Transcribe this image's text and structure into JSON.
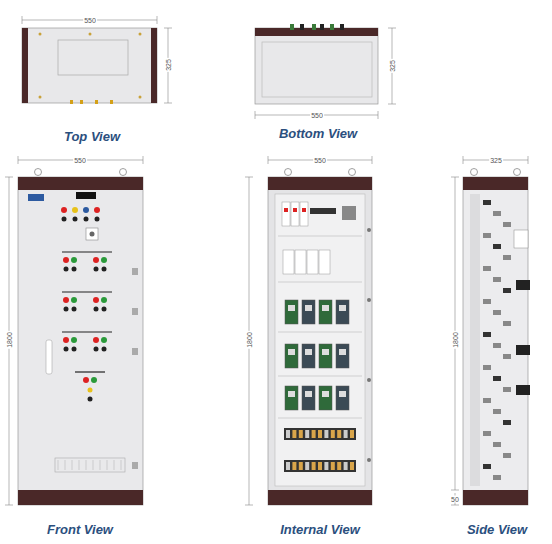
{
  "diagram": {
    "labels": [
      "550",
      "325",
      "Top View",
      "325",
      "550",
      "Bottom View",
      "550",
      "1800",
      "Front View",
      "550",
      "1800",
      "Internal View",
      "325",
      "1800",
      "50",
      "Side View"
    ]
  }
}
